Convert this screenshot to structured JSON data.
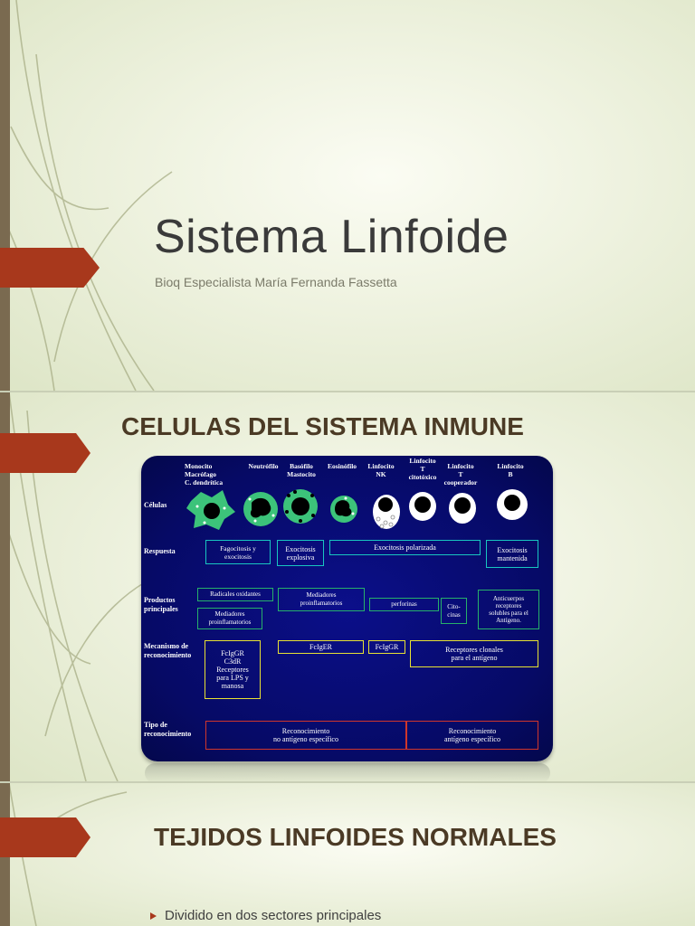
{
  "slide1": {
    "title": "Sistema Linfoide",
    "subtitle": "Bioq Especialista María Fernanda Fassetta"
  },
  "slide2": {
    "title": "CELULAS DEL SISTEMA INMUNE",
    "figure": {
      "headers": {
        "monocito": "Monocito\nMacrófago\nC. dendrítica",
        "neutrofilo": "Neutrófilo",
        "basofilo": "Basófilo\nMastocito",
        "eosinofilo": "Eosinófilo",
        "nk": "Linfocito\nNK",
        "t_citotoxico": "Linfocito\nT\ncitotóxico",
        "t_cooperador": "Linfocito\nT\ncooperador",
        "b": "Linfocito\nB"
      },
      "rows": {
        "celulas": "Células",
        "respuesta": "Respuesta",
        "productos": "Productos\nprincipales",
        "mecanismo": "Mecanismo de\nreconocimiento",
        "tipo": "Tipo de\nreconocimiento"
      },
      "respuesta": {
        "fagocitosis": "Fagocitosis y\nexocitosis",
        "explosiva": "Exocitosis\nexplosiva",
        "polarizada": "Exocitosis polarizada",
        "mantenida": "Exocitosis\nmantenida"
      },
      "productos": {
        "radicales": "Radicales oxidantes",
        "mediadores1": "Mediadores\nproinflamatorios",
        "mediadores2": "Mediadores\nproinflamatorios",
        "perforinas": "perforinas",
        "citocinas": "Cito-\ncinas",
        "anticuerpos": "Anticuerpos\nreceptores\nsolubles para el\nAntígeno."
      },
      "mecanismo": {
        "fcigr1": "FcIgGR\nC3dR\nReceptores\npara LPS y\nmanosa",
        "fcier": "FcIgER",
        "fcigr2": "FcIgGR",
        "clonales": "Receptores clonales\npara el antígeno"
      },
      "tipo": {
        "no_especifico": "Reconocimiento\nno antígeno específico",
        "especifico": "Reconocimiento\nantígeno específico"
      }
    }
  },
  "slide3": {
    "title": "TEJIDOS LINFOIDES NORMALES",
    "bullet": "Dividido en dos sectores principales"
  },
  "colors": {
    "accent": "#a8381c",
    "title_text": "#4b3a25",
    "panel_blue": "#060a66",
    "box_cyan": "#18c6c0",
    "box_green": "#27b06a",
    "box_yellow": "#e8e233",
    "box_red": "#d0362b"
  }
}
